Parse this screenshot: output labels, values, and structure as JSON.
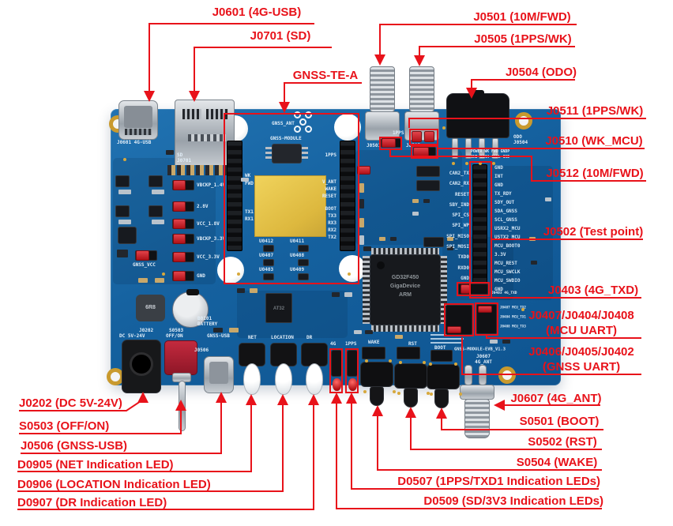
{
  "colors": {
    "annotation": "#e8121a",
    "pcb_blue": "#15619f",
    "pad_gold": "#d7a83c",
    "silkscreen": "#e2eef8"
  },
  "callouts": [
    {
      "id": "j0601",
      "text": "J0601 (4G-USB)"
    },
    {
      "id": "j0701",
      "text": "J0701 (SD)"
    },
    {
      "id": "gnss_te_a",
      "text": "GNSS-TE-A"
    },
    {
      "id": "j0501",
      "text": "J0501 (10M/FWD)"
    },
    {
      "id": "j0505",
      "text": "J0505 (1PPS/WK)"
    },
    {
      "id": "j0504",
      "text": "J0504 (ODO)"
    },
    {
      "id": "j0511",
      "text": "J0511 (1PPS/WK)"
    },
    {
      "id": "j0510",
      "text": "J0510 (WK_MCU)"
    },
    {
      "id": "j0512",
      "text": "J0512 (10M/FWD)"
    },
    {
      "id": "j0502",
      "text": "J0502 (Test point)"
    },
    {
      "id": "j0403",
      "text": "J0403 (4G_TXD)"
    },
    {
      "id": "mcu_uart",
      "text": "J0407/J0404/J0408\n(MCU UART)"
    },
    {
      "id": "gnss_uart",
      "text": "J0406/J0405/J0402\n(GNSS UART)"
    },
    {
      "id": "j0607",
      "text": "J0607 (4G_ANT)"
    },
    {
      "id": "s0501",
      "text": "S0501 (BOOT)"
    },
    {
      "id": "s0502",
      "text": "S0502 (RST)"
    },
    {
      "id": "s0504",
      "text": "S0504 (WAKE)"
    },
    {
      "id": "d0507",
      "text": "D0507 (1PPS/TXD1 Indication LEDs)"
    },
    {
      "id": "d0509",
      "text": "D0509 (SD/3V3 Indication LEDs)"
    },
    {
      "id": "j0202",
      "text": "J0202 (DC 5V-24V)"
    },
    {
      "id": "s0503",
      "text": "S0503 (OFF/ON)"
    },
    {
      "id": "j0506",
      "text": "J0506 (GNSS-USB)"
    },
    {
      "id": "d0905",
      "text": "D0905 (NET Indication LED)"
    },
    {
      "id": "d0906",
      "text": "D0906 (LOCATION Indication LED)"
    },
    {
      "id": "d0907",
      "text": "D0907 (DR Indication LED)"
    }
  ],
  "silkscreen": {
    "usb4g": "J0601  4G-USB",
    "sd": "SD\nJ0701",
    "j0501": "J0501",
    "j0505": "J0505",
    "odo": "ODO\nJ0504",
    "power_row1": "POWER WK FWD GNDP",
    "power_row2": "GND CANH CANL GND",
    "pps_jumper": "1PPS",
    "gnss_ant": "GNSS_ANT",
    "gnss_module": "GNSS-MODULE",
    "evb_version": "GNSS-MODULE-EVB_V1.3",
    "ant_4g": "J0607\n4G_ANT",
    "wake": "WAKE",
    "rst": "RST",
    "boot": "BOOT",
    "net": "NET",
    "location": "LOCATION",
    "dr": "DR",
    "led_4g": "4G",
    "led_1pps": "1PPS",
    "battery": "B0101\nBATTERY",
    "j0202": "J0202",
    "dc_label": "DC 5V-24V",
    "s0503": "S0503",
    "offon": "OFF/ON",
    "gnss_usb": "GNSS-USB",
    "j0506": "J0506",
    "inductor": "6R8",
    "j0403_silk": "J0403 4G_TXD",
    "uart_silk": [
      "J0407 MCU_TX2",
      "J0404 MCU_TX1",
      "J0408 MCU_TX3"
    ],
    "power_jumpers": [
      "VBCKP_1.4V",
      "2.8V",
      "VCC_1.8V",
      "VBCKP_3.3V",
      "VCC_3.3V",
      "GND"
    ],
    "gnss_vcc": "GNSS_VCC"
  },
  "test_points": {
    "right": [
      "GND",
      "INT",
      "GND",
      "TX_RDY",
      "SDY_OUT",
      "SDA_GNSS",
      "SCL_GNSS",
      "USRX2_MCU",
      "USTX2_MCU",
      "MCU_BOOT0",
      "3.3V",
      "MCU_REST",
      "MCU_SWCLK",
      "MCU_SWDIO",
      "GND"
    ],
    "left": [
      "CAN2_TX",
      "CAN2_RX",
      "RESET",
      "SBY_IND",
      "SPI_CS",
      "SPI_WP",
      "SPI_MISO",
      "SPI_MOSI",
      "TXD0",
      "RXD0",
      "GND"
    ]
  },
  "te_module": {
    "pins_right_top": [
      "1PPS"
    ],
    "pins_right_mid": [
      "V_ANT",
      "WAKE",
      "RESET"
    ],
    "pins_right_bot": [
      "BOOT",
      "TX3",
      "RX3",
      "RX2",
      "TX2"
    ],
    "pins_left_top": [
      "WK",
      "FWD"
    ],
    "pins_left_bot": [
      "TX1",
      "RX1"
    ],
    "u_chips": [
      "U0412",
      "U0411",
      "U0407",
      "U0408",
      "U0403",
      "U0409"
    ]
  },
  "chips": {
    "mcu": [
      "GD32F450",
      "GigaDevice",
      "ARM"
    ],
    "aux": "AT32"
  }
}
